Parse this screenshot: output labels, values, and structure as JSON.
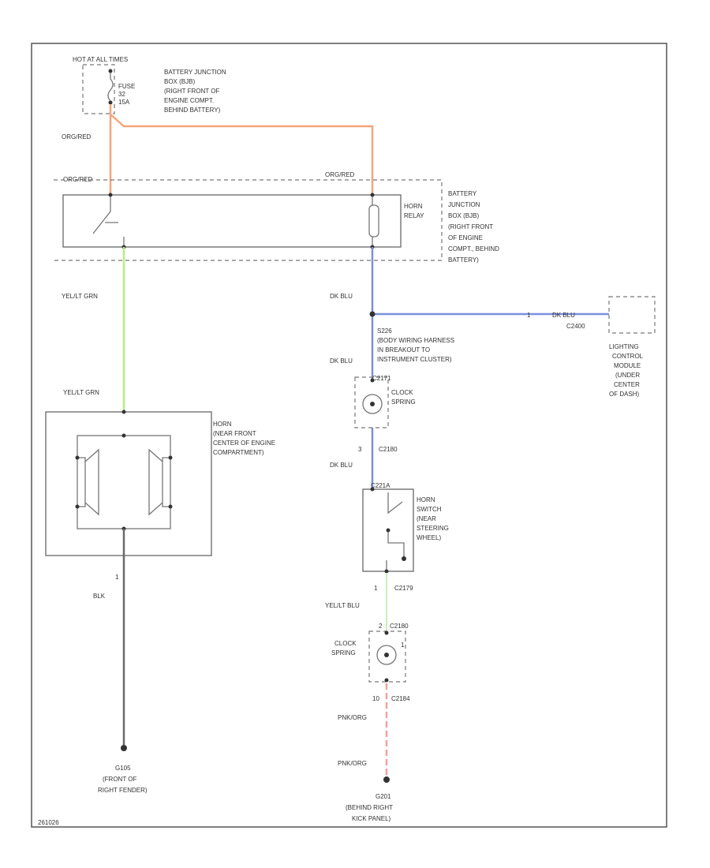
{
  "colors": {
    "org_red": "#f4a57a",
    "yel_grn": "#b6ef86",
    "dk_blu": "#7c8fdc",
    "yel_blu": "#c6f0b8",
    "pnk_org": "#f4a0a0",
    "wire_gray": "#6a6a6a"
  },
  "top": {
    "hot_label": "HOT AT ALL TIMES",
    "fuse_label": "FUSE",
    "fuse_number": "32",
    "fuse_rating": "15A",
    "bjb_lines": [
      "BATTERY JUNCTION",
      "BOX (BJB)",
      "(RIGHT FRONT OF",
      "ENGINE COMPT.",
      "BEHIND BATTERY)"
    ]
  },
  "wires": {
    "org_red_1": "ORG/RED",
    "org_red_2": "ORG/RED",
    "org_red_3": "ORG/RED",
    "yel_grn_1": "YEL/LT GRN",
    "yel_grn_2": "YEL/LT GRN",
    "dk_blu_1": "DK BLU",
    "dk_blu_2": "DK BLU",
    "dk_blu_3": "DK BLU",
    "dk_blu_lcm": "DK BLU",
    "blk": "BLK",
    "yel_blu": "YEL/LT BLU",
    "pnk_org_1": "PNK/ORG",
    "pnk_org_2": "PNK/ORG"
  },
  "relay": {
    "lines": [
      "HORN",
      "RELAY"
    ],
    "bjb_lines": [
      "BATTERY",
      "JUNCTION",
      "BOX (BJB)",
      "(RIGHT FRONT",
      "OF ENGINE",
      "COMPT., BEHIND",
      "BATTERY)"
    ]
  },
  "s226": {
    "lines": [
      "S226",
      "(BODY WIRING HARNESS",
      "IN BREAKOUT TO",
      "INSTRUMENT CLUSTER)"
    ]
  },
  "lcm": {
    "connector": "C2400",
    "pin": "1",
    "lines": [
      "LIGHTING",
      "CONTROL",
      "MODULE",
      "(UNDER",
      "CENTER",
      "OF DASH)"
    ]
  },
  "clock_spring_1": {
    "connector": "C2171",
    "lines": [
      "CLOCK",
      "SPRING"
    ]
  },
  "c2180": {
    "label": "C2180",
    "pin": "3"
  },
  "horn_switch": {
    "connector": "C221A",
    "lines": [
      "HORN",
      "SWITCH",
      "(NEAR",
      "STEERING",
      "WHEEL)"
    ]
  },
  "c2179": {
    "label": "C2179",
    "pin": "1"
  },
  "clock_spring_2": {
    "connector": "C2180",
    "pin_top": "2",
    "pin_side": "1",
    "lines": [
      "CLOCK",
      "SPRING"
    ]
  },
  "c2184": {
    "label": "C2184",
    "pin": "10"
  },
  "horn": {
    "lines": [
      "HORN",
      "(NEAR FRONT",
      "CENTER OF ENGINE",
      "COMPARTMENT)"
    ],
    "pin": "1"
  },
  "ground_left": {
    "id": "G105",
    "lines": [
      "(FRONT OF",
      "RIGHT FENDER)"
    ]
  },
  "ground_right": {
    "id": "G201",
    "lines": [
      "(BEHIND RIGHT",
      "KICK PANEL)"
    ]
  },
  "footer_code": "261026"
}
